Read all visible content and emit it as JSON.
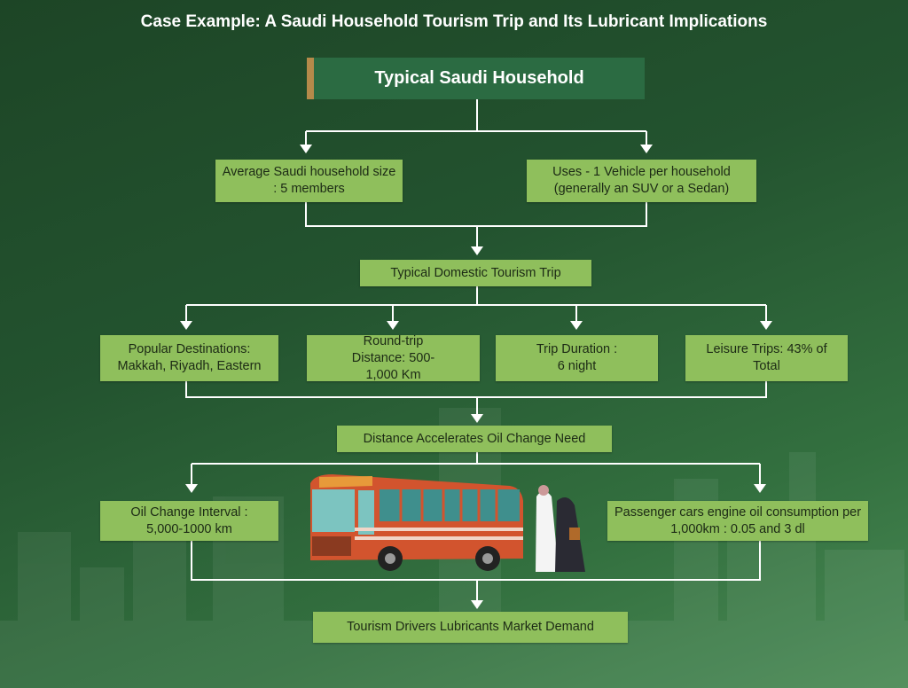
{
  "title": "Case Example: A Saudi Household Tourism Trip and Its Lubricant Implications",
  "header": "Typical Saudi Household",
  "level1": [
    "Average Saudi household size : 5 members",
    "Uses - 1 Vehicle per household (generally an SUV or a Sedan)"
  ],
  "trip": "Typical Domestic Tourism Trip",
  "level2": [
    "Popular Destinations: Makkah, Riyadh, Eastern",
    "Round-trip Distance: 500-1,000 Km",
    "Trip Duration : 6 night",
    "Leisure Trips: 43% of Total"
  ],
  "distance": "Distance Accelerates Oil Change Need",
  "level3": [
    "Oil Change Interval : 5,000-1000 km",
    "Passenger cars engine oil consumption per 1,000km : 0.05 and 3 dl"
  ],
  "result": "Tourism Drivers Lubricants Market Demand",
  "colors": {
    "box": "#8fbf5c",
    "header": "#2b6b42",
    "accent": "#b58a4a"
  }
}
